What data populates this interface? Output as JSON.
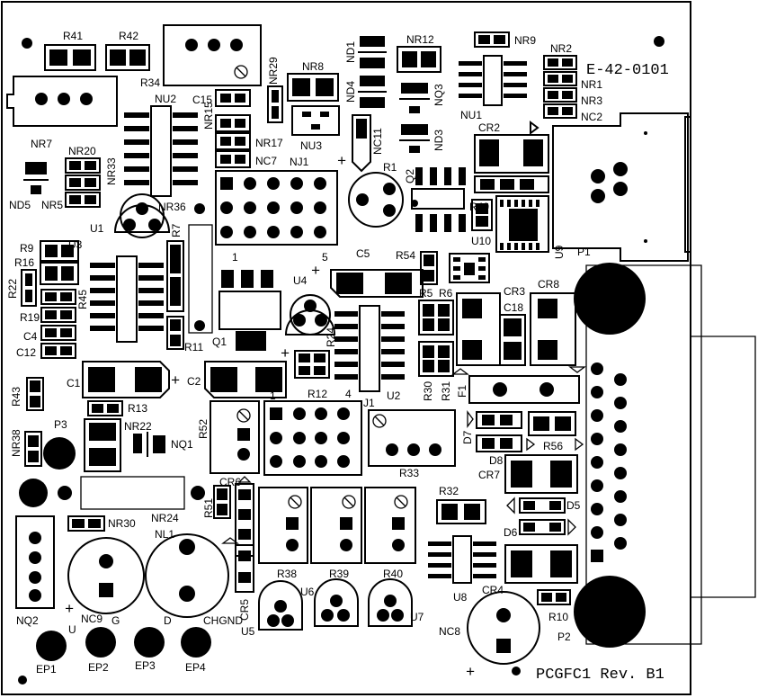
{
  "board": {
    "part_number": "E-42-0101",
    "revision_text": "PCGFC1 Rev. B1",
    "colors": {
      "ink": "#000000",
      "background": "#ffffff"
    }
  },
  "labels": {
    "R41": "R41",
    "R42": "R42",
    "R34": "R34",
    "NR7": "NR7",
    "NU2": "NU2",
    "C15": "C15",
    "NR15": "NR15",
    "NR17": "NR17",
    "NC7": "NC7",
    "NR29": "NR29",
    "NR8": "NR8",
    "NU3": "NU3",
    "NJ1": "NJ1",
    "ND1": "ND1",
    "ND4": "ND4",
    "NC11": "NC11",
    "NR12": "NR12",
    "NQ3": "NQ3",
    "ND3": "ND3",
    "NR9": "NR9",
    "NU1": "NU1",
    "NR2": "NR2",
    "NR1": "NR1",
    "NR3": "NR3",
    "NC2": "NC2",
    "CR2": "CR2",
    "R1": "R1",
    "Q2": "Q2",
    "R49": "R49",
    "U10": "U10",
    "U9": "U9",
    "P1": "P1",
    "NR20": "NR20",
    "NR33": "NR33",
    "NR5": "NR5",
    "ND5": "ND5",
    "U1": "U1",
    "NR36": "NR36",
    "R7": "R7",
    "U3": "U3",
    "R9": "R9",
    "R16": "R16",
    "R22": "R22",
    "R45": "R45",
    "R19": "R19",
    "C4": "C4",
    "C12": "C12",
    "R11": "R11",
    "Q1": "Q1",
    "U4": "U4",
    "C5": "C5",
    "R54": "R54",
    "R5": "R5",
    "R6": "R6",
    "CR3": "CR3",
    "CR8": "CR8",
    "C18": "C18",
    "R24": "R24",
    "U2": "U2",
    "R30": "R30",
    "R31": "R31",
    "F1": "F1",
    "C1": "C1",
    "C2": "C2",
    "R12": "R12",
    "J1": "J1",
    "R43": "R43",
    "R13": "R13",
    "NR22": "NR22",
    "NQ1": "NQ1",
    "R52": "R52",
    "P3": "P3",
    "NR38": "NR38",
    "D7": "D7",
    "D8": "D8",
    "R56": "R56",
    "CR7": "CR7",
    "R33": "R33",
    "R32": "R32",
    "CR6": "CR6",
    "R51": "R51",
    "NR30": "NR30",
    "NR24": "NR24",
    "NL1": "NL1",
    "D5": "D5",
    "D6": "D6",
    "R38": "R38",
    "R39": "R39",
    "R40": "R40",
    "CR5": "CR5",
    "U6": "U6",
    "U5": "U5",
    "U7": "U7",
    "U8": "U8",
    "CR4": "CR4",
    "R10": "R10",
    "NC8": "NC8",
    "P2": "P2",
    "NQ2": "NQ2",
    "NC9": "NC9",
    "G": "G",
    "D": "D",
    "CHGND": "CHGND",
    "U": "U",
    "EP1": "EP1",
    "EP2": "EP2",
    "EP3": "EP3",
    "EP4": "EP4",
    "pin1_a": "1",
    "pin5": "5",
    "pin1_b": "1",
    "pin4": "4",
    "plus": "+"
  }
}
